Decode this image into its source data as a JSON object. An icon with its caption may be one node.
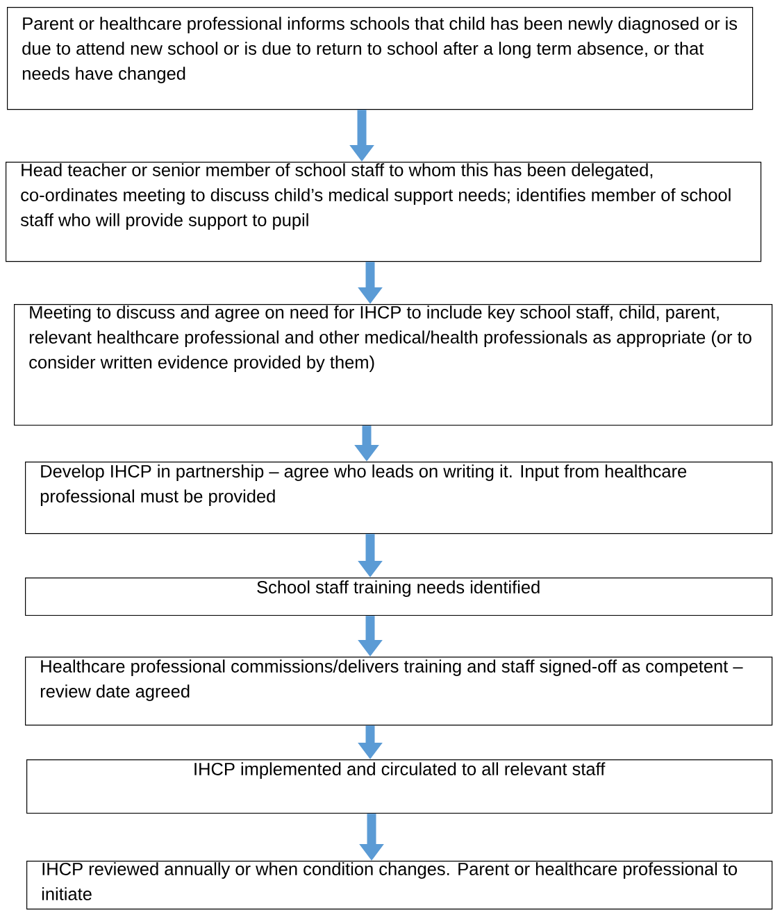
{
  "diagram": {
    "nodes": [
      {
        "text": [
          "Parent or healthcare professional informs schools that child has been newly diagnosed or is due to attend new school or is due to return to school after a long term absence, or that needs have changed"
        ]
      },
      {
        "text": [
          "Head teacher or senior member of school staff to whom this has been delegated, co-ordinates meeting to discuss child’s medical support needs; identifies member of school staff who will provide support to pupil"
        ]
      },
      {
        "text": [
          "Meeting to discuss and agree on need for IHCP to include key school staff, child, parent, relevant healthcare professional and other medical/health professionals as appropriate (or to consider written evidence provided by them)"
        ]
      },
      {
        "text": [
          "Develop IHCP in partnership – agree who leads on writing it.  Input from healthcare professional must be provided"
        ]
      },
      {
        "text": [
          "School staff training needs identified"
        ]
      },
      {
        "text": [
          "Healthcare professional commissions/delivers training and staff signed-off as competent – review date agreed"
        ]
      },
      {
        "text": [
          "IHCP implemented and circulated to all relevant staff"
        ]
      },
      {
        "text": [
          "IHCP reviewed annually or when condition changes.  Parent or healthcare professional to initiate"
        ]
      }
    ],
    "edges": [
      {
        "from": 0,
        "to": 1,
        "arrow": "to"
      },
      {
        "from": 1,
        "to": 2,
        "arrow": "to"
      },
      {
        "from": 2,
        "to": 3,
        "arrow": "to"
      },
      {
        "from": 3,
        "to": 4,
        "arrow": "to"
      },
      {
        "from": 4,
        "to": 5,
        "arrow": "to"
      },
      {
        "from": 5,
        "to": 6,
        "arrow": "to"
      },
      {
        "from": 6,
        "to": 7,
        "arrow": "to"
      }
    ]
  }
}
